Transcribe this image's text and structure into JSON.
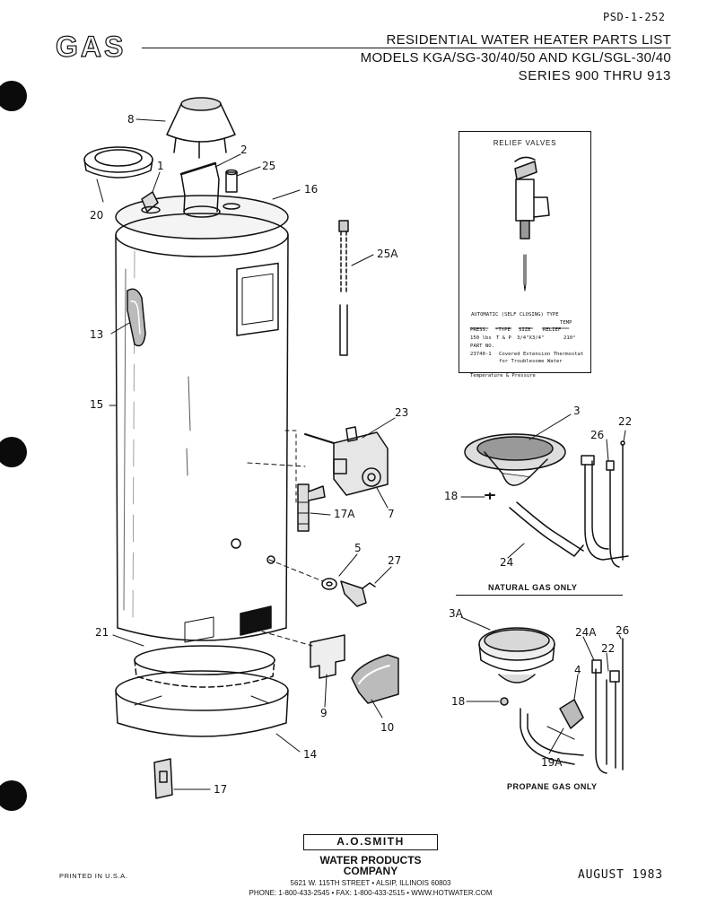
{
  "header": {
    "doc_number": "PSD-1-252",
    "category": "GAS",
    "title": "RESIDENTIAL WATER HEATER PARTS LIST",
    "models": "MODELS KGA/SG-30/40/50 AND KGL/SGL-30/40",
    "series": "SERIES 900 THRU 913"
  },
  "relief_valves": {
    "title": "RELIEF VALVES",
    "type_line": "AUTOMATIC (SELF CLOSING) TYPE",
    "temp_label": "TEMP",
    "col_press": "PRESS.",
    "col_type": "*TYPE",
    "col_size": "SIZE",
    "col_relief": "RELIEF",
    "row_press": "150 lbs",
    "row_type": "T & P",
    "row_size": "3/4\"X3/4\"",
    "row_relief": "210°",
    "part_no_label": "PART NO.",
    "part_no": "23740-1",
    "note_line1": "Covered Extension Thermostat",
    "note_line2": "for Troublesome Water",
    "footnote": "Temperature & Pressure"
  },
  "part_labels": {
    "p8": "8",
    "p2": "2",
    "p1": "1",
    "p25": "25",
    "p16": "16",
    "p20": "20",
    "p25a": "25A",
    "p13": "13",
    "p15": "15",
    "p23": "23",
    "p17a": "17A",
    "p7": "7",
    "p5": "5",
    "p27": "27",
    "p21": "21",
    "p9": "9",
    "p10": "10",
    "p14": "14",
    "p17": "17",
    "p3": "3",
    "p22": "22",
    "p26": "26",
    "p18": "18",
    "p24": "24",
    "p3a": "3A",
    "p24a": "24A",
    "p22b": "22",
    "p26b": "26",
    "p4": "4",
    "p18b": "18",
    "p19a": "19A"
  },
  "captions": {
    "natural_gas": "NATURAL GAS ONLY",
    "propane_gas": "PROPANE GAS ONLY"
  },
  "footer": {
    "brand": "A.O.SMITH",
    "brand_sub1": "WATER PRODUCTS",
    "brand_sub2": "COMPANY",
    "address": "5621 W. 115TH STREET  •  ALSIP, ILLINOIS 60803",
    "phone": "PHONE: 1-800-433-2545  •  FAX: 1-800-433-2515  •  WWW.HOTWATER.COM",
    "printed": "PRINTED IN U.S.A.",
    "date": "AUGUST 1983"
  }
}
